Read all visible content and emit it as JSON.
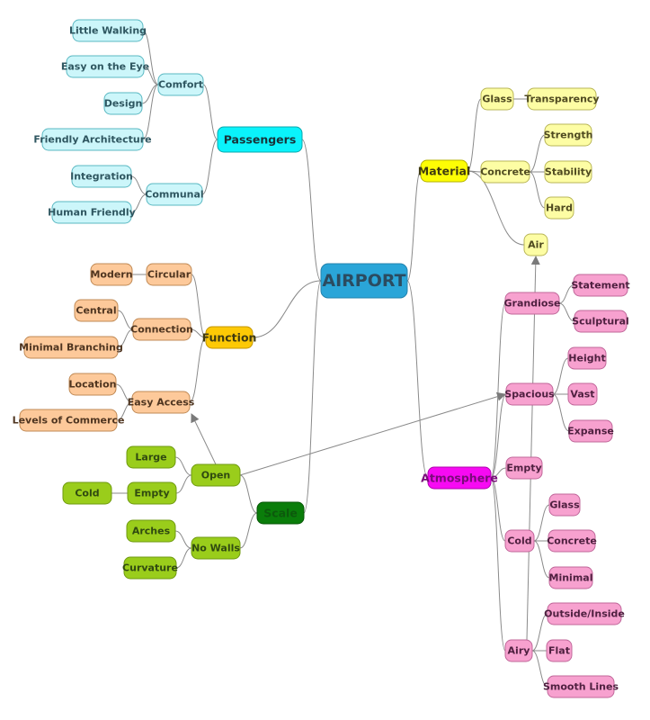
{
  "mindmap": {
    "root": {
      "id": "airport",
      "label": "AIRPORT",
      "color": "#2aa5d8",
      "border": "#2382ad",
      "text": "#2b4b60"
    },
    "branch_colors": {
      "passengers": {
        "fill": "#ccf6fa",
        "border": "#5ab8c2",
        "text": "#2e5660"
      },
      "material": {
        "fill": "#fdfda4",
        "border": "#b9b657",
        "text": "#4f4a20"
      },
      "function": {
        "fill": "#fdc99a",
        "border": "#c08a55",
        "text": "#4f3520"
      },
      "atmosphere": {
        "fill": "#f7a1cf",
        "border": "#c0679a",
        "text": "#4f2040"
      },
      "scale": {
        "fill": "#9acd1b",
        "border": "#6f9a10",
        "text": "#304a10"
      }
    },
    "nodes": [
      {
        "id": "passengers",
        "label": "Passengers",
        "branch": "passengers",
        "main": true,
        "fill": "#0af3fb",
        "border": "#0aa7ad"
      },
      {
        "id": "comfort",
        "label": "Comfort",
        "branch": "passengers"
      },
      {
        "id": "little_walking",
        "label": "Little Walking",
        "branch": "passengers"
      },
      {
        "id": "easy_on_eye",
        "label": "Easy on the Eye",
        "branch": "passengers"
      },
      {
        "id": "design",
        "label": "Design",
        "branch": "passengers"
      },
      {
        "id": "friendly_arch",
        "label": "Friendly Architecture",
        "branch": "passengers"
      },
      {
        "id": "communal",
        "label": "Communal",
        "branch": "passengers"
      },
      {
        "id": "integration",
        "label": "Integration",
        "branch": "passengers"
      },
      {
        "id": "human_friendly",
        "label": "Human Friendly",
        "branch": "passengers"
      },
      {
        "id": "material",
        "label": "Material",
        "branch": "material",
        "main": true,
        "fill": "#fdfd05",
        "border": "#b5b200"
      },
      {
        "id": "glass_m",
        "label": "Glass",
        "branch": "material"
      },
      {
        "id": "transparency",
        "label": "Transparency",
        "branch": "material"
      },
      {
        "id": "concrete_m",
        "label": "Concrete",
        "branch": "material"
      },
      {
        "id": "strength",
        "label": "Strength",
        "branch": "material"
      },
      {
        "id": "stability",
        "label": "Stability",
        "branch": "material"
      },
      {
        "id": "hard",
        "label": "Hard",
        "branch": "material"
      },
      {
        "id": "air",
        "label": "Air",
        "branch": "material"
      },
      {
        "id": "function",
        "label": "Function",
        "branch": "function",
        "main": true,
        "fill": "#fdc905",
        "border": "#c39500"
      },
      {
        "id": "circular",
        "label": "Circular",
        "branch": "function"
      },
      {
        "id": "modern",
        "label": "Modern",
        "branch": "function"
      },
      {
        "id": "connection",
        "label": "Connection",
        "branch": "function"
      },
      {
        "id": "central",
        "label": "Central",
        "branch": "function"
      },
      {
        "id": "minimal_branching",
        "label": "Minimal Branching",
        "branch": "function"
      },
      {
        "id": "easy_access",
        "label": "Easy Access",
        "branch": "function"
      },
      {
        "id": "location",
        "label": "Location",
        "branch": "function"
      },
      {
        "id": "levels_commerce",
        "label": "Levels of Commerce",
        "branch": "function"
      },
      {
        "id": "atmosphere",
        "label": "Atmosphere",
        "branch": "atmosphere",
        "main": true,
        "fill": "#f70af3",
        "border": "#b000ae"
      },
      {
        "id": "grandiose",
        "label": "Grandiose",
        "branch": "atmosphere"
      },
      {
        "id": "statement",
        "label": "Statement",
        "branch": "atmosphere"
      },
      {
        "id": "sculptural",
        "label": "Sculptural",
        "branch": "atmosphere"
      },
      {
        "id": "spacious",
        "label": "Spacious",
        "branch": "atmosphere"
      },
      {
        "id": "height",
        "label": "Height",
        "branch": "atmosphere"
      },
      {
        "id": "vast",
        "label": "Vast",
        "branch": "atmosphere"
      },
      {
        "id": "expanse",
        "label": "Expanse",
        "branch": "atmosphere"
      },
      {
        "id": "empty_a",
        "label": "Empty",
        "branch": "atmosphere"
      },
      {
        "id": "cold_a",
        "label": "Cold",
        "branch": "atmosphere"
      },
      {
        "id": "glass_a",
        "label": "Glass",
        "branch": "atmosphere"
      },
      {
        "id": "concrete_a",
        "label": "Concrete",
        "branch": "atmosphere"
      },
      {
        "id": "minimal",
        "label": "Minimal",
        "branch": "atmosphere"
      },
      {
        "id": "airy",
        "label": "Airy",
        "branch": "atmosphere"
      },
      {
        "id": "outside_inside",
        "label": "Outside/Inside",
        "branch": "atmosphere"
      },
      {
        "id": "flat",
        "label": "Flat",
        "branch": "atmosphere"
      },
      {
        "id": "smooth_lines",
        "label": "Smooth Lines",
        "branch": "atmosphere"
      },
      {
        "id": "scale",
        "label": "Scale",
        "branch": "scale",
        "main": true,
        "fill": "#0a7d0a",
        "border": "#055505",
        "textColor": "#0c5a0c"
      },
      {
        "id": "open",
        "label": "Open",
        "branch": "scale"
      },
      {
        "id": "large",
        "label": "Large",
        "branch": "scale"
      },
      {
        "id": "empty_s",
        "label": "Empty",
        "branch": "scale"
      },
      {
        "id": "cold_s",
        "label": "Cold",
        "branch": "scale"
      },
      {
        "id": "no_walls",
        "label": "No Walls",
        "branch": "scale"
      },
      {
        "id": "arches",
        "label": "Arches",
        "branch": "scale"
      },
      {
        "id": "curvature",
        "label": "Curvature",
        "branch": "scale"
      }
    ],
    "edges": [
      [
        "airport",
        "passengers"
      ],
      [
        "passengers",
        "comfort"
      ],
      [
        "comfort",
        "little_walking"
      ],
      [
        "comfort",
        "easy_on_eye"
      ],
      [
        "comfort",
        "design"
      ],
      [
        "comfort",
        "friendly_arch"
      ],
      [
        "passengers",
        "communal"
      ],
      [
        "communal",
        "integration"
      ],
      [
        "communal",
        "human_friendly"
      ],
      [
        "airport",
        "material"
      ],
      [
        "material",
        "glass_m"
      ],
      [
        "glass_m",
        "transparency"
      ],
      [
        "material",
        "concrete_m"
      ],
      [
        "concrete_m",
        "strength"
      ],
      [
        "concrete_m",
        "stability"
      ],
      [
        "concrete_m",
        "hard"
      ],
      [
        "material",
        "air"
      ],
      [
        "airport",
        "function"
      ],
      [
        "function",
        "circular"
      ],
      [
        "circular",
        "modern"
      ],
      [
        "function",
        "connection"
      ],
      [
        "connection",
        "central"
      ],
      [
        "connection",
        "minimal_branching"
      ],
      [
        "function",
        "easy_access"
      ],
      [
        "easy_access",
        "location"
      ],
      [
        "easy_access",
        "levels_commerce"
      ],
      [
        "airport",
        "atmosphere"
      ],
      [
        "atmosphere",
        "grandiose"
      ],
      [
        "grandiose",
        "statement"
      ],
      [
        "grandiose",
        "sculptural"
      ],
      [
        "atmosphere",
        "spacious"
      ],
      [
        "spacious",
        "height"
      ],
      [
        "spacious",
        "vast"
      ],
      [
        "spacious",
        "expanse"
      ],
      [
        "atmosphere",
        "empty_a"
      ],
      [
        "atmosphere",
        "cold_a"
      ],
      [
        "cold_a",
        "glass_a"
      ],
      [
        "cold_a",
        "concrete_a"
      ],
      [
        "cold_a",
        "minimal"
      ],
      [
        "atmosphere",
        "airy"
      ],
      [
        "airy",
        "outside_inside"
      ],
      [
        "airy",
        "flat"
      ],
      [
        "airy",
        "smooth_lines"
      ],
      [
        "airport",
        "scale"
      ],
      [
        "scale",
        "open"
      ],
      [
        "open",
        "large"
      ],
      [
        "open",
        "empty_s"
      ],
      [
        "empty_s",
        "cold_s"
      ],
      [
        "scale",
        "no_walls"
      ],
      [
        "no_walls",
        "arches"
      ],
      [
        "no_walls",
        "curvature"
      ]
    ],
    "arrows": [
      [
        "open",
        "easy_access"
      ],
      [
        "open",
        "spacious"
      ],
      [
        "airy",
        "air"
      ]
    ]
  }
}
